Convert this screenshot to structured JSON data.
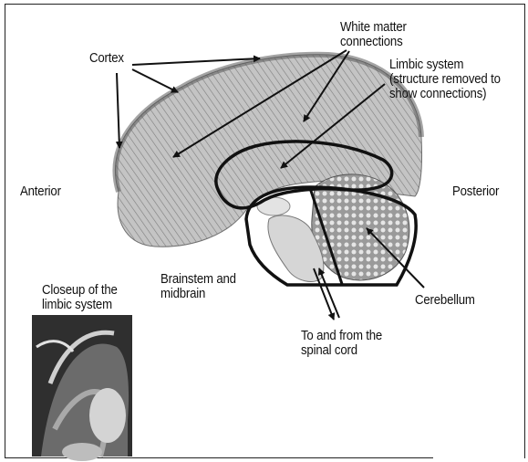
{
  "labels": {
    "cortex": "Cortex",
    "white_matter_line1": "White matter",
    "white_matter_line2": "connections",
    "limbic_line1": "Limbic system",
    "limbic_line2": "(structure removed to",
    "limbic_line3": "show connections)",
    "anterior": "Anterior",
    "posterior": "Posterior",
    "brainstem_line1": "Brainstem and",
    "brainstem_line2": "midbrain",
    "cerebellum": "Cerebellum",
    "spinal_line1": "To and from the",
    "spinal_line2": "spinal cord",
    "closeup_line1": "Closeup of the",
    "closeup_line2": "limbic system"
  },
  "colors": {
    "ink": "#111111",
    "brain_gray": "#b9b9b9",
    "photo_dark": "#2a2a2a"
  }
}
